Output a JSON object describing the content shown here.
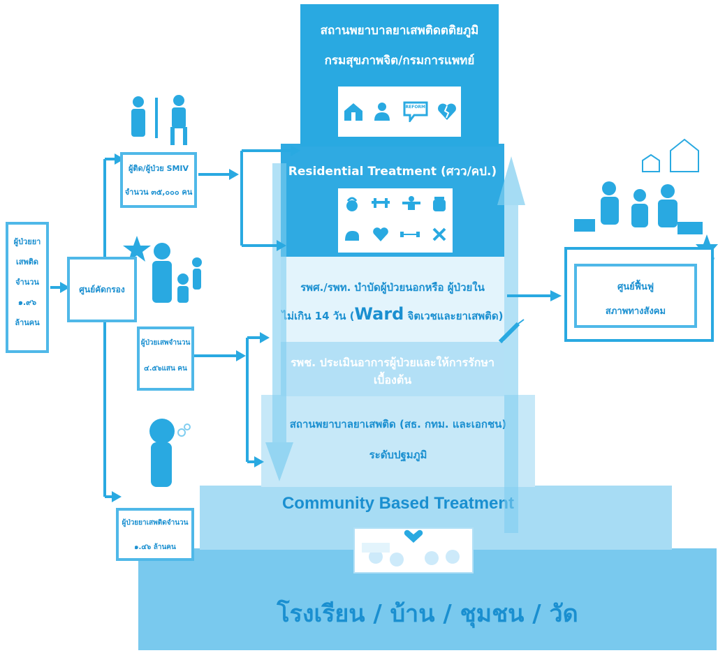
{
  "top_tier": {
    "title": "สถานพยาบาลยาเสพติดตติยภูมิ",
    "subtitle": "กรมสุขภาพจิต/กรมการแพทย์",
    "icons": [
      "hospital-icon",
      "person-icon",
      "speech-bubble-icon",
      "broken-heart-icon"
    ],
    "speech_bubble_text": "REFORM"
  },
  "residential": {
    "title": "Residential Treatment (ศวว/คป.)",
    "icons": [
      "kettlebell-icon",
      "barbell-icon",
      "muscle-icon",
      "jar-icon",
      "flex-arm-icon",
      "heart-icon",
      "dumbbell-icon",
      "tools-icon"
    ]
  },
  "ward_tier": {
    "line1": "รพศ./รพท. บำบัดผู้ป่วยนอกหรือ ผู้ป่วยใน",
    "line2_prefix": "ไม่เกิน 14 วัน (",
    "line2_ward": "Ward",
    "line2_suffix": " จิตเวชและยาเสพติด)"
  },
  "community_hospital": {
    "text": "รพช. ประเมินอาการผู้ป่วยและให้การรักษาเบื้องต้น"
  },
  "primary_tier": {
    "line1": "สถานพยาบาลยาเสพติด (สธ. กทม. และเอกชน)",
    "line2": "ระดับปฐมภูมิ",
    "line3": "Community Based Treatment"
  },
  "base_tier": {
    "text": "โรงเรียน / บ้าน / ชุมชน / วัด"
  },
  "left_patients": {
    "line1": "ผู้ป่วยยา",
    "line2": "เสพติด",
    "line3": "จำนวน",
    "line4": "๑.๙๖",
    "line5": "ล้านคน"
  },
  "screening_center": {
    "label": "ศูนย์คัดกรอง"
  },
  "smiv_box": {
    "line1": "ผู้ติด/ผู้ป่วย SMIV",
    "line2": "จำนวน ๓๕,๐๐๐ คน"
  },
  "addict_box": {
    "line1": "ผู้ป่วยเสพจำนวน",
    "line2": "๔.๕๖แสน คน"
  },
  "user_box": {
    "line1": "ผู้ป่วยยาเสพติดจำนวน",
    "line2": "๑.๔๖ ล้านคน"
  },
  "rehab_center": {
    "line1": "ศูนย์ฟื้นฟู",
    "line2": "สภาพทางสังคม"
  },
  "colors": {
    "primary": "#29a9e1",
    "light": "#7fcdf0",
    "pale": "#cdeafa",
    "outline": "#4fb8e8"
  }
}
